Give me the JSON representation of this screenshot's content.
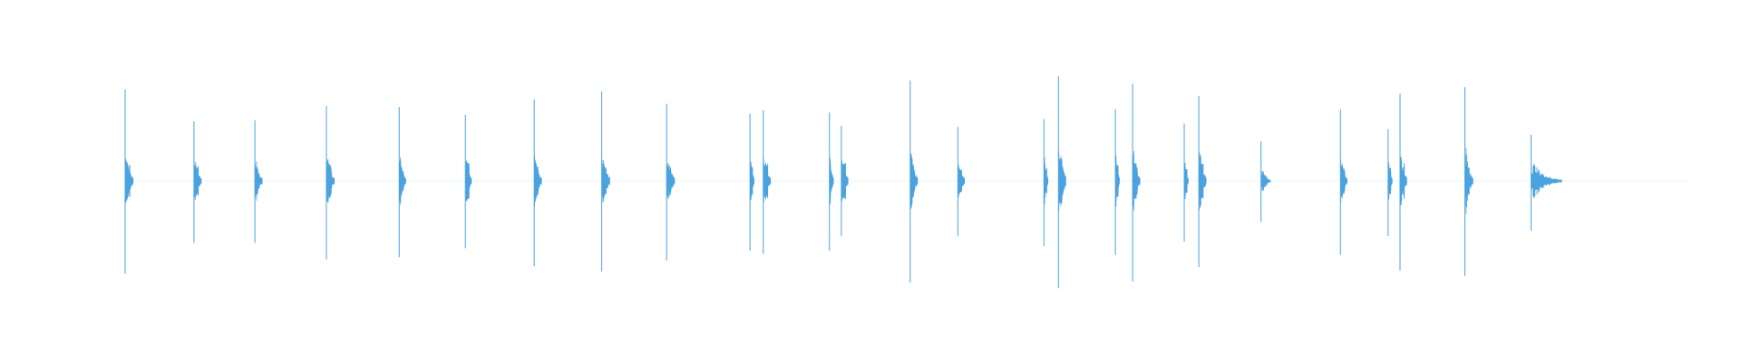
{
  "chart_data": {
    "type": "line",
    "title": "",
    "xlabel": "",
    "ylabel": "",
    "axes_visible": false,
    "grid": false,
    "legend": "none",
    "color": "#4aa3df",
    "ylim": [
      -1,
      1
    ],
    "duration_s": 12.0,
    "series": [
      {
        "transients": [
          {
            "t": 0.0,
            "peak_pos": 0.83,
            "peak_neg": 0.84,
            "body": 0.1,
            "decay": 0.06
          },
          {
            "t": 0.52,
            "peak_pos": 0.54,
            "peak_neg": 0.56,
            "body": 0.09,
            "decay": 0.055
          },
          {
            "t": 0.98,
            "peak_pos": 0.55,
            "peak_neg": 0.56,
            "body": 0.08,
            "decay": 0.055
          },
          {
            "t": 1.52,
            "peak_pos": 0.68,
            "peak_neg": 0.71,
            "body": 0.1,
            "decay": 0.06
          },
          {
            "t": 2.07,
            "peak_pos": 0.67,
            "peak_neg": 0.69,
            "body": 0.08,
            "decay": 0.05
          },
          {
            "t": 2.57,
            "peak_pos": 0.6,
            "peak_neg": 0.61,
            "body": 0.11,
            "decay": 0.045
          },
          {
            "t": 3.09,
            "peak_pos": 0.74,
            "peak_neg": 0.77,
            "body": 0.09,
            "decay": 0.055
          },
          {
            "t": 3.6,
            "peak_pos": 0.81,
            "peak_neg": 0.82,
            "body": 0.09,
            "decay": 0.06
          },
          {
            "t": 4.09,
            "peak_pos": 0.7,
            "peak_neg": 0.72,
            "body": 0.1,
            "decay": 0.06
          },
          {
            "t": 4.72,
            "peak_pos": 0.61,
            "peak_neg": 0.63,
            "body": 0.09,
            "decay": 0.03
          },
          {
            "t": 4.82,
            "peak_pos": 0.64,
            "peak_neg": 0.66,
            "body": 0.11,
            "decay": 0.055
          },
          {
            "t": 5.32,
            "peak_pos": 0.62,
            "peak_neg": 0.63,
            "body": 0.08,
            "decay": 0.03
          },
          {
            "t": 5.41,
            "peak_pos": 0.5,
            "peak_neg": 0.5,
            "body": 0.11,
            "decay": 0.05
          },
          {
            "t": 5.93,
            "peak_pos": 0.91,
            "peak_neg": 0.92,
            "body": 0.1,
            "decay": 0.055
          },
          {
            "t": 6.29,
            "peak_pos": 0.49,
            "peak_neg": 0.5,
            "body": 0.08,
            "decay": 0.05
          },
          {
            "t": 6.94,
            "peak_pos": 0.56,
            "peak_neg": 0.59,
            "body": 0.09,
            "decay": 0.03
          },
          {
            "t": 7.05,
            "peak_pos": 0.95,
            "peak_neg": 0.97,
            "body": 0.14,
            "decay": 0.055
          },
          {
            "t": 7.48,
            "peak_pos": 0.65,
            "peak_neg": 0.67,
            "body": 0.1,
            "decay": 0.03
          },
          {
            "t": 7.61,
            "peak_pos": 0.88,
            "peak_neg": 0.91,
            "body": 0.11,
            "decay": 0.055
          },
          {
            "t": 8.0,
            "peak_pos": 0.52,
            "peak_neg": 0.55,
            "body": 0.08,
            "decay": 0.03
          },
          {
            "t": 8.11,
            "peak_pos": 0.77,
            "peak_neg": 0.78,
            "body": 0.12,
            "decay": 0.055
          },
          {
            "t": 8.58,
            "peak_pos": 0.36,
            "peak_neg": 0.37,
            "body": 0.04,
            "decay": 0.07
          },
          {
            "t": 9.18,
            "peak_pos": 0.65,
            "peak_neg": 0.67,
            "body": 0.08,
            "decay": 0.05
          },
          {
            "t": 9.54,
            "peak_pos": 0.47,
            "peak_neg": 0.5,
            "body": 0.08,
            "decay": 0.03
          },
          {
            "t": 9.63,
            "peak_pos": 0.79,
            "peak_neg": 0.81,
            "body": 0.11,
            "decay": 0.05
          },
          {
            "t": 10.12,
            "peak_pos": 0.85,
            "peak_neg": 0.86,
            "body": 0.1,
            "decay": 0.06
          },
          {
            "t": 10.62,
            "peak_pos": 0.42,
            "peak_neg": 0.45,
            "body": 0.03,
            "decay": 0.23
          }
        ]
      }
    ]
  }
}
